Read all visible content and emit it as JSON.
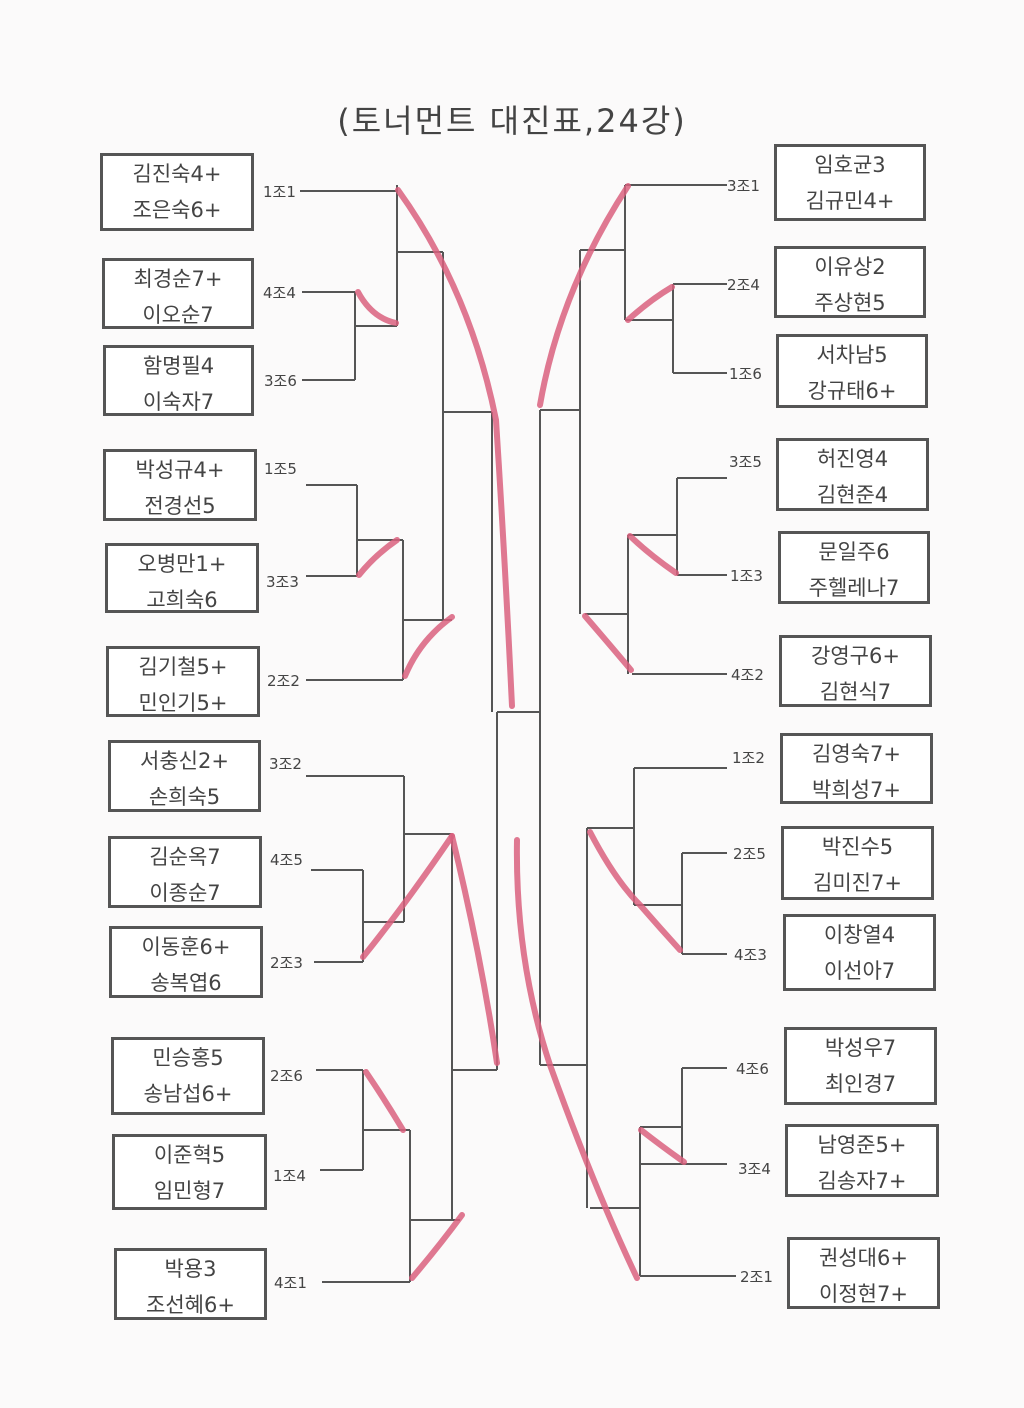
{
  "title": "(토너먼트 대진표,24강)",
  "colors": {
    "line": "#555555",
    "highlight": "#d9607e",
    "paper": "#fbfafa"
  },
  "left_entries": [
    {
      "p1": "김진숙4+",
      "p2": "조은숙6+",
      "label": "1조1"
    },
    {
      "p1": "최경순7+",
      "p2": "이오순7",
      "label": "4조4"
    },
    {
      "p1": "함명필4",
      "p2": "이숙자7",
      "label": "3조6"
    },
    {
      "p1": "박성규4+",
      "p2": "전경선5",
      "label": "1조5"
    },
    {
      "p1": "오병만1+",
      "p2": "고희숙6",
      "label": "3조3"
    },
    {
      "p1": "김기철5+",
      "p2": "민인기5+",
      "label": "2조2"
    },
    {
      "p1": "서충신2+",
      "p2": "손희숙5",
      "label": "3조2"
    },
    {
      "p1": "김순옥7",
      "p2": "이종순7",
      "label": "4조5"
    },
    {
      "p1": "이동훈6+",
      "p2": "송복엽6",
      "label": "2조3"
    },
    {
      "p1": "민승홍5",
      "p2": "송남섭6+",
      "label": "2조6"
    },
    {
      "p1": "이준혁5",
      "p2": "임민형7",
      "label": "1조4"
    },
    {
      "p1": "박용3",
      "p2": "조선혜6+",
      "label": "4조1"
    }
  ],
  "right_entries": [
    {
      "p1": "임호균3",
      "p2": "김규민4+",
      "label": "3조1"
    },
    {
      "p1": "이유상2",
      "p2": "주상현5",
      "label": "2조4"
    },
    {
      "p1": "서차남5",
      "p2": "강규태6+",
      "label": "1조6"
    },
    {
      "p1": "허진영4",
      "p2": "김현준4",
      "label": "3조5"
    },
    {
      "p1": "문일주6",
      "p2": "주헬레나7",
      "label": "1조3"
    },
    {
      "p1": "강영구6+",
      "p2": "김현식7",
      "label": "4조2"
    },
    {
      "p1": "김영숙7+",
      "p2": "박희성7+",
      "label": "1조2"
    },
    {
      "p1": "박진수5",
      "p2": "김미진7+",
      "label": "2조5"
    },
    {
      "p1": "이창열4",
      "p2": "이선아7",
      "label": "4조3"
    },
    {
      "p1": "박성우7",
      "p2": "최인경7",
      "label": "4조6"
    },
    {
      "p1": "남영준5+",
      "p2": "김송자7+",
      "label": "3조4"
    },
    {
      "p1": "권성대6+",
      "p2": "이정현7+",
      "label": "2조1"
    }
  ]
}
